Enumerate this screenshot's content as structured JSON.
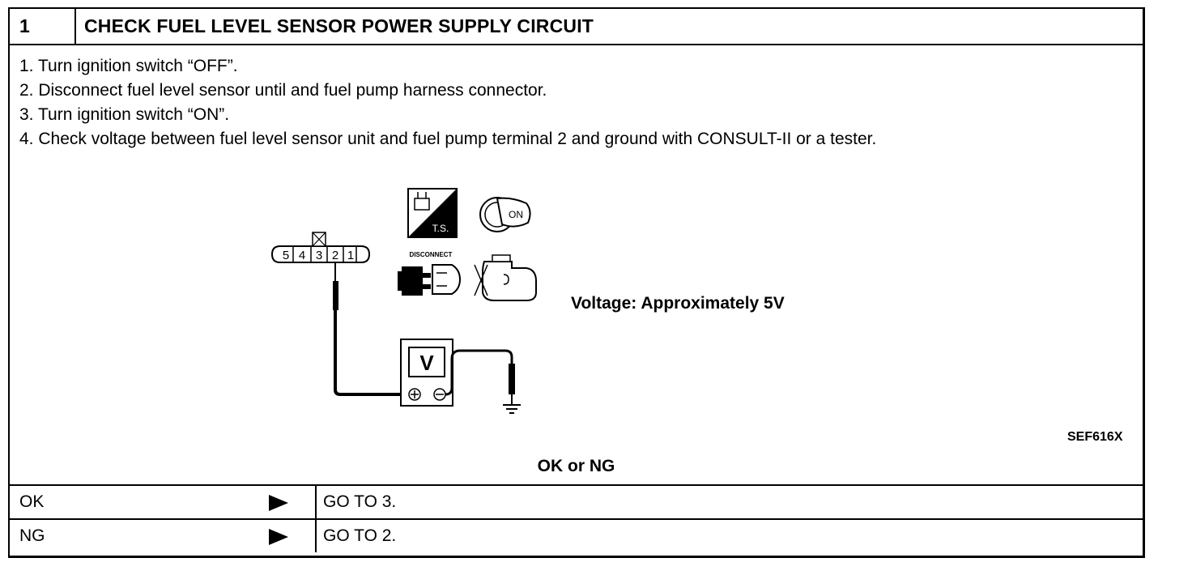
{
  "header": {
    "step_number": "1",
    "title": "CHECK FUEL LEVEL SENSOR POWER SUPPLY CIRCUIT"
  },
  "steps": [
    "1.  Turn ignition switch “OFF”.",
    "2.  Disconnect fuel level sensor until and fuel pump harness connector.",
    "3.  Turn ignition switch “ON”.",
    "4.  Check voltage between fuel level sensor unit and fuel pump terminal 2 and ground with CONSULT-II or a tester."
  ],
  "diagram": {
    "connector_terminals": [
      "5",
      "4",
      "3",
      "2",
      "1"
    ],
    "icon_labels": {
      "tester": "T.S.",
      "ignition": "ON",
      "disconnect": "DISCONNECT"
    },
    "meter_label": "V",
    "voltage_spec": "Voltage: Approximately 5V",
    "figure_code": "SEF616X"
  },
  "result": {
    "title": "OK or NG",
    "rows": [
      {
        "label": "OK",
        "action": "GO TO 3."
      },
      {
        "label": "NG",
        "action": "GO TO 2."
      }
    ]
  },
  "icons": {
    "arrow": "arrow-right-icon",
    "tester": "tester-icon",
    "ignition": "ignition-key-icon",
    "disconnect": "disconnect-icon",
    "engine": "engine-off-icon",
    "ground": "ground-icon"
  }
}
